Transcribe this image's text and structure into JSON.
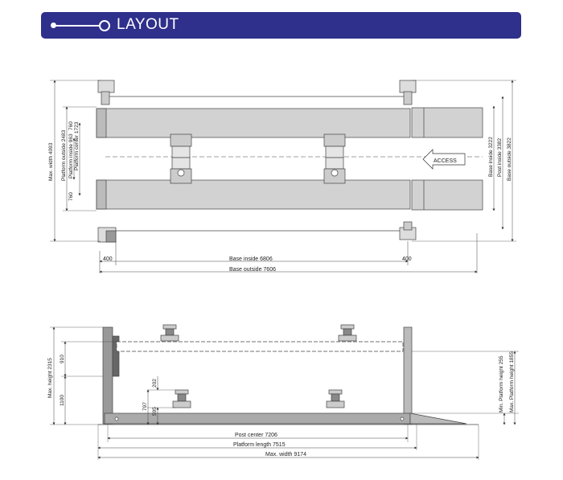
{
  "header": {
    "title": "LAYOUT"
  },
  "top_view": {
    "access_label": "ACCESS",
    "dim_left": "400",
    "dim_right": "400",
    "base_inside": "Base inside 6806",
    "base_outside": "Base outside 7606",
    "max_width": "Max. width 4093",
    "platform_outside": "Platform outside 2483",
    "platform_inside": "Platform inside 963",
    "platform_center": "Platform center 1723",
    "dim_760_top": "760",
    "dim_760_bottom": "760",
    "right_base_inside": "Base inside 3222",
    "right_post_inside": "Post inside 3382",
    "right_base_outside": "Base outside 3822"
  },
  "side_view": {
    "max_height": "Max. height 2315",
    "dim_910": "910",
    "dim_1100": "1100",
    "dim_797": "797",
    "dim_595": "595",
    "dim_202": "202",
    "min_platform_height": "Min. Platform height 255",
    "max_platform_height": "Max. Platform height 1855",
    "post_center": "Post center 7206",
    "platform_length": "Platform length 7515",
    "max_width": "Max. width 9174"
  }
}
